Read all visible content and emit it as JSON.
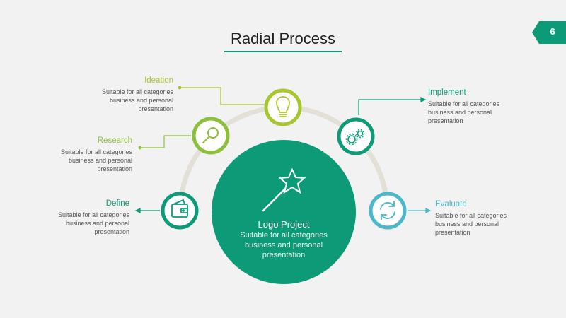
{
  "title": "Radial Process",
  "page_number": "6",
  "colors": {
    "accent": "#0d9b77",
    "light_green": "#a8c630",
    "green": "#8cbf3a",
    "teal_green": "#0d9b77",
    "cyan": "#4bb8c9",
    "arc": "#e3e0d8"
  },
  "center": {
    "title": "Logo Project",
    "description": "Suitable for all categories business and personal presentation",
    "icon": "magic-wand-icon"
  },
  "steps": [
    {
      "id": "define",
      "title": "Define",
      "lines": [
        "Suitable for all categories",
        "business and personal",
        "presentation"
      ],
      "icon": "wallet-icon"
    },
    {
      "id": "research",
      "title": "Research",
      "lines": [
        "Suitable for all categories",
        "business and personal",
        "presentation"
      ],
      "icon": "magnifier-icon"
    },
    {
      "id": "ideation",
      "title": "Ideation",
      "lines": [
        "Suitable for all categories",
        "business and personal",
        "presentation"
      ],
      "icon": "lightbulb-icon"
    },
    {
      "id": "implement",
      "title": "Implement",
      "lines": [
        "Suitable for all categories",
        "business and personal",
        "presentation"
      ],
      "icon": "gears-icon"
    },
    {
      "id": "evaluate",
      "title": "Evaluate",
      "lines": [
        "Suitable for all categories",
        "business and personal",
        "presentation"
      ],
      "icon": "refresh-icon"
    }
  ]
}
